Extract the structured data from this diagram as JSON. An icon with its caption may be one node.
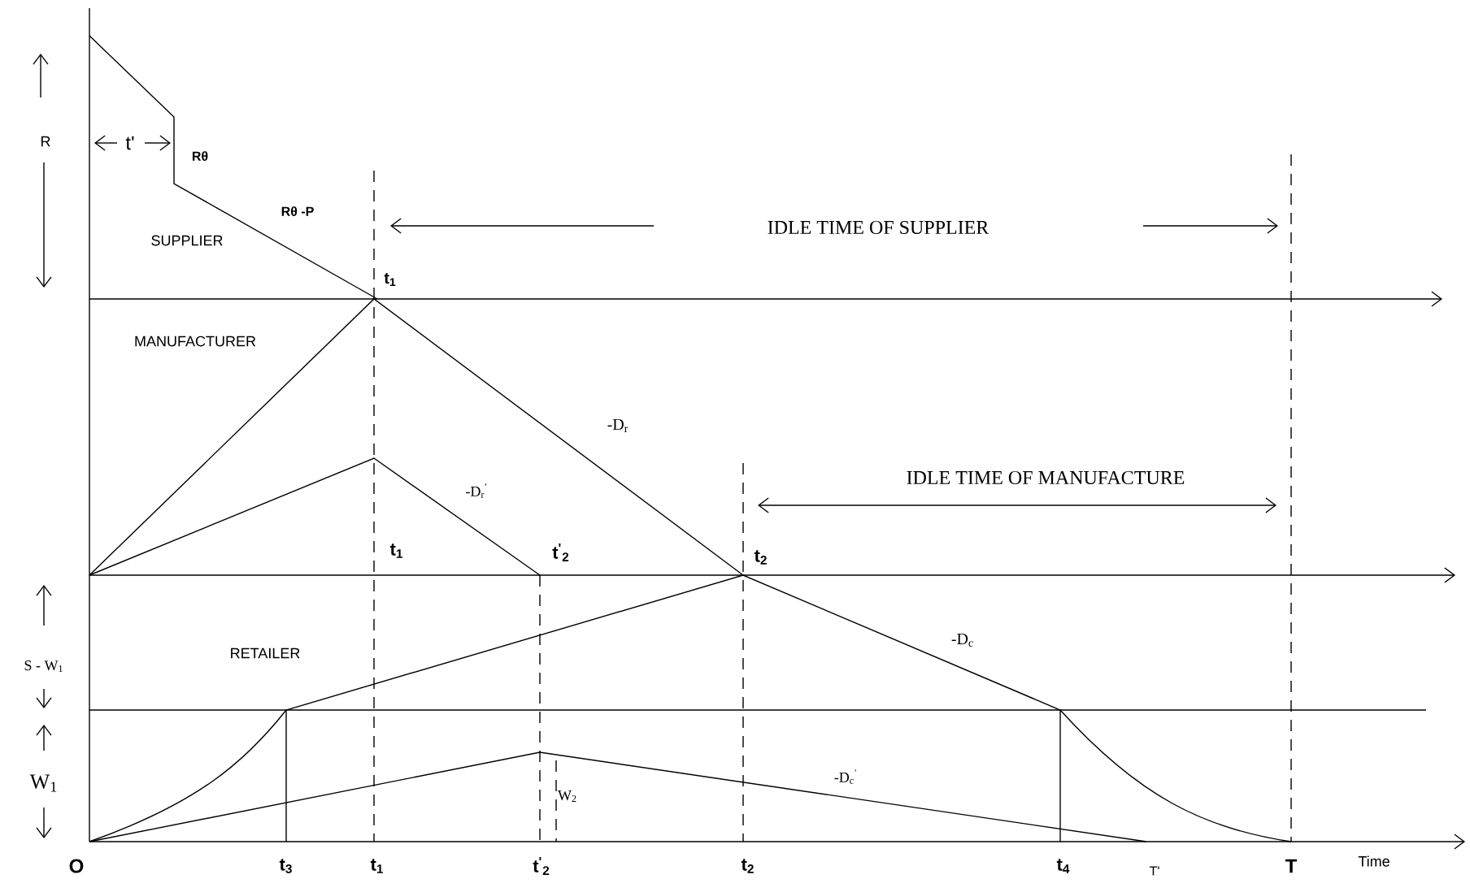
{
  "diagram": {
    "labels": [
      "R",
      "t'",
      "Rθ",
      "Rθ -P",
      "SUPPLIER",
      "IDLE TIME OF SUPPLIER",
      "t$_{1}$",
      "MANUFACTURER",
      "-D$_{r}$",
      "-D$_{r}$$^{'}$",
      "IDLE TIME OF MANUFACTURE",
      "t$_{1}$",
      "t$^{'}$$_{2}$",
      "t$_{2}$",
      "S - W$_{1}$",
      "RETAILER",
      "-D$_{c}$",
      "W$_{1}$",
      "-D$_{c}$$^{'}$",
      "W$_{2}$",
      "O",
      "t$_{3}$",
      "t$_{1}$",
      "t$^{'}$$_{2}$",
      "t$_{2}$",
      "t$_{4}$",
      "T'",
      "T",
      "Time"
    ]
  }
}
